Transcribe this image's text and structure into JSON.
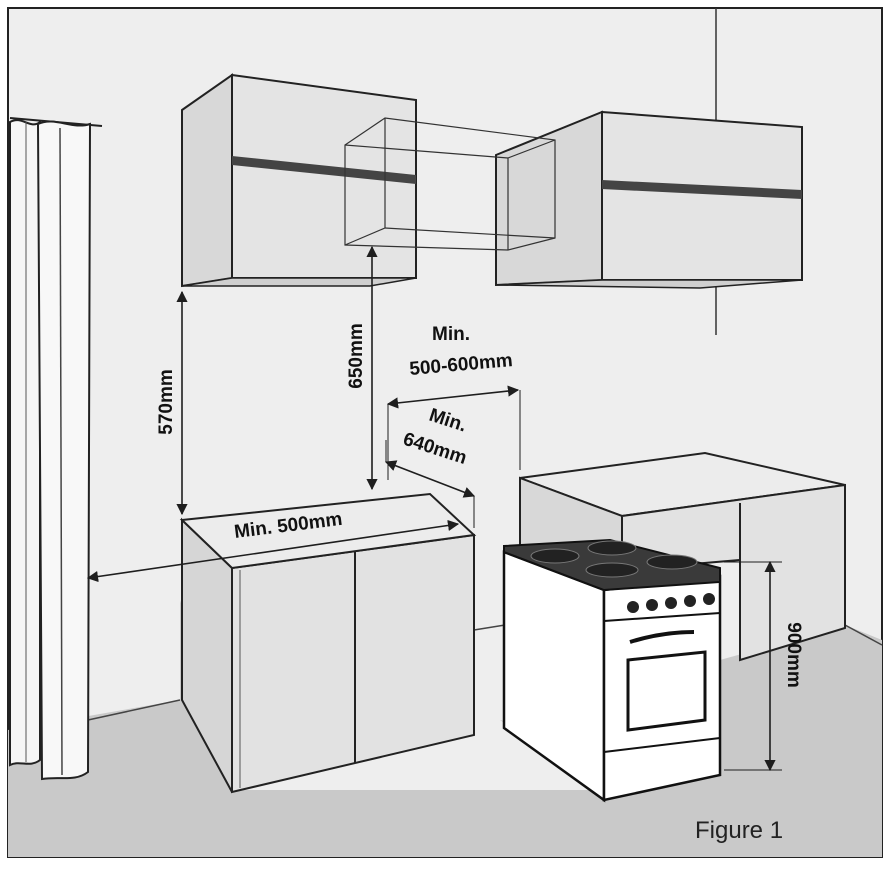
{
  "dimensions": {
    "height_above_counter": "570mm",
    "height_above_cooker": "650mm",
    "clearance_side_min_label": "Min.",
    "clearance_side_value": "500-600mm",
    "clearance_depth_min_label": "Min.",
    "clearance_depth_value": "640mm",
    "counter_width": "Min. 500mm",
    "cooker_height": "900mm"
  },
  "caption": "Figure 1",
  "colors": {
    "wall": "#eeeeee",
    "floor": "#c9c9c9",
    "cabinet": "#e2e2e2",
    "cooker": "#ffffff",
    "line": "#1e1e1e"
  }
}
